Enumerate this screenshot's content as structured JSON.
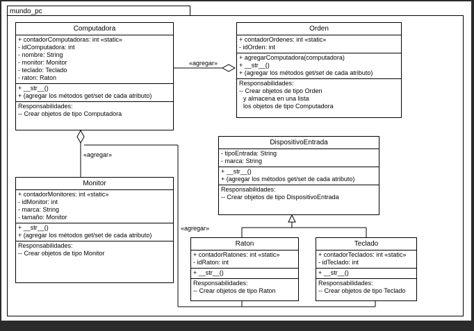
{
  "package": {
    "name": "mundo_pc"
  },
  "classes": {
    "computadora": {
      "name": "Computadora",
      "attributes": [
        "+ contadorComputadoras: int «static»",
        "- idComputadora: int",
        "- nombre: String",
        "- monitor: Monitor",
        "- teclado: Teclado",
        "- raton: Raton"
      ],
      "methods": [
        "+ __str__()",
        "+ (agregar los métodos get/set de cada atributo)"
      ],
      "responsibilities": [
        "Responsabilidades:",
        "-- Crear objetos de tipo Computadora"
      ]
    },
    "orden": {
      "name": "Orden",
      "attributes": [
        "+ contadorOrdenes: int «static»",
        "- idOrden: int"
      ],
      "methods": [
        "+ agregarComputadora(computadora)",
        "+ __str__()",
        "+ (agregar los métodos get/set de cada atributo)"
      ],
      "responsibilities": [
        "Responsabilidades:",
        "-- Crear objetos de tipo Orden",
        "   y almacena en una lista",
        "   los objetos de tipo Computadora"
      ]
    },
    "dispositivo": {
      "name": "DispositivoEntrada",
      "attributes": [
        "- tipoEntrada: String",
        "- marca: String"
      ],
      "methods": [
        "+ __str__()",
        "+ (agregar los métodos get/set de cada atributo)"
      ],
      "responsibilities": [
        "Responsabilidades:",
        "-- Crear objetos de tipo DispositivoEntrada"
      ]
    },
    "monitor": {
      "name": "Monitor",
      "attributes": [
        "+ contadorMonitores: int «static»",
        "- idMonitor: int",
        "- marca: String",
        "- tamaño: Monitor"
      ],
      "methods": [
        "+ __str__()",
        "+ (agregar los métodos get/set de cada atributo)"
      ],
      "responsibilities": [
        "Responsabilidades:",
        "-- Crear objetos de tipo Monitor"
      ]
    },
    "raton": {
      "name": "Raton",
      "attributes": [
        "+ contadorRatones: int «static»",
        "- idRaton: int"
      ],
      "methods": [
        "+ __str__()"
      ],
      "responsibilities": [
        "Responsabilidades:",
        "-- Crear objetos de tipo Raton"
      ]
    },
    "teclado": {
      "name": "Teclado",
      "attributes": [
        "+ contadorTeclados: int «static»",
        "- idTeclado: int"
      ],
      "methods": [
        "+ __str__()"
      ],
      "responsibilities": [
        "Responsabilidades:",
        "-- Crear objetos de tipo Teclado"
      ]
    }
  },
  "relations": {
    "orden_computadora": "«agregar»",
    "computadora_monitor": "«agregar»",
    "computadora_dispositivos": "«agregar»"
  }
}
